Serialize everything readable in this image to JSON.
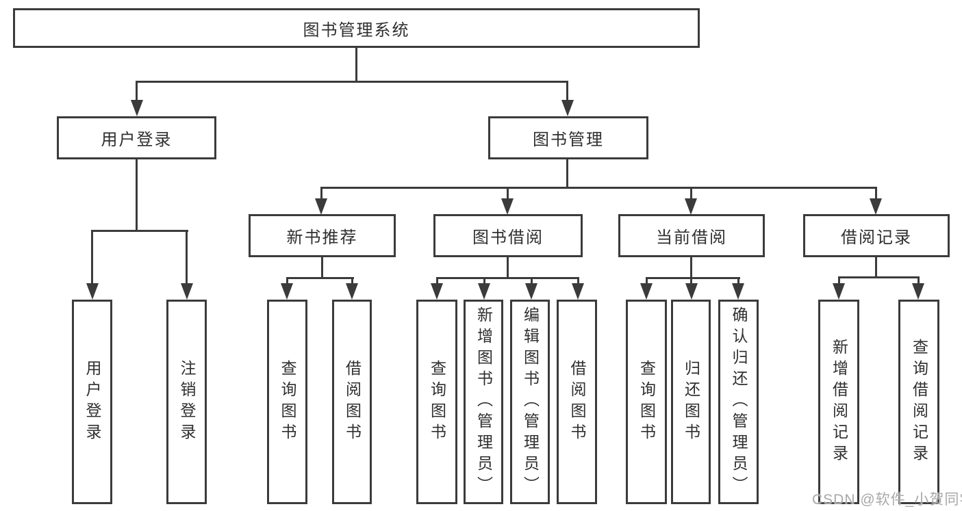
{
  "diagram": {
    "title": "图书管理系统",
    "level2": {
      "user_login": "用户登录",
      "book_mgmt": "图书管理"
    },
    "level3": {
      "new_books": "新书推荐",
      "book_borrow": "图书借阅",
      "current_borrow": "当前借阅",
      "borrow_records": "借阅记录"
    },
    "leaves": {
      "user_login": [
        "用户登录",
        "注销登录"
      ],
      "new_books": [
        "查询图书",
        "借阅图书"
      ],
      "book_borrow": [
        "查询图书",
        "新增图书（管理员）",
        "编辑图书（管理员）",
        "借阅图书"
      ],
      "current_borrow": [
        "查询图书",
        "归还图书",
        "确认归还（管理员）"
      ],
      "borrow_records": [
        "新增借阅记录",
        "查询借阅记录"
      ]
    }
  },
  "watermark": {
    "text": "CSDN @软件_小贺同学",
    "color": "#a8a8a8"
  },
  "colors": {
    "line": "#3b3b3b",
    "text": "#2f2f2f",
    "background": "#ffffff"
  }
}
